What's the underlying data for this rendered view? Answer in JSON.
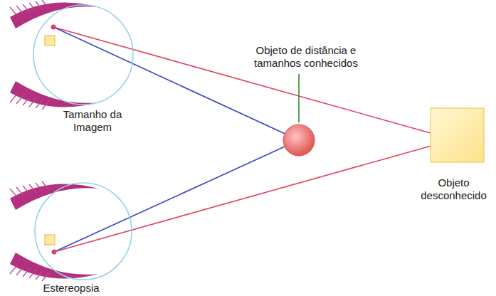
{
  "diagram": {
    "nodes": [
      {
        "text": [
          "Tamanho da Imagem"
        ]
      },
      {
        "text": [
          "Objeto de distância e tamanhos conhecidos"
        ]
      },
      {
        "text": [
          "Objeto desconhecido"
        ]
      },
      {
        "text": [
          "Estereopsia"
        ]
      }
    ],
    "edges": [
      {
        "from": 0,
        "to": 1,
        "arrow": "none"
      },
      {
        "from": 0,
        "to": 2,
        "arrow": "none"
      },
      {
        "from": 3,
        "to": 1,
        "arrow": "none"
      },
      {
        "from": 3,
        "to": 2,
        "arrow": "none"
      }
    ]
  }
}
